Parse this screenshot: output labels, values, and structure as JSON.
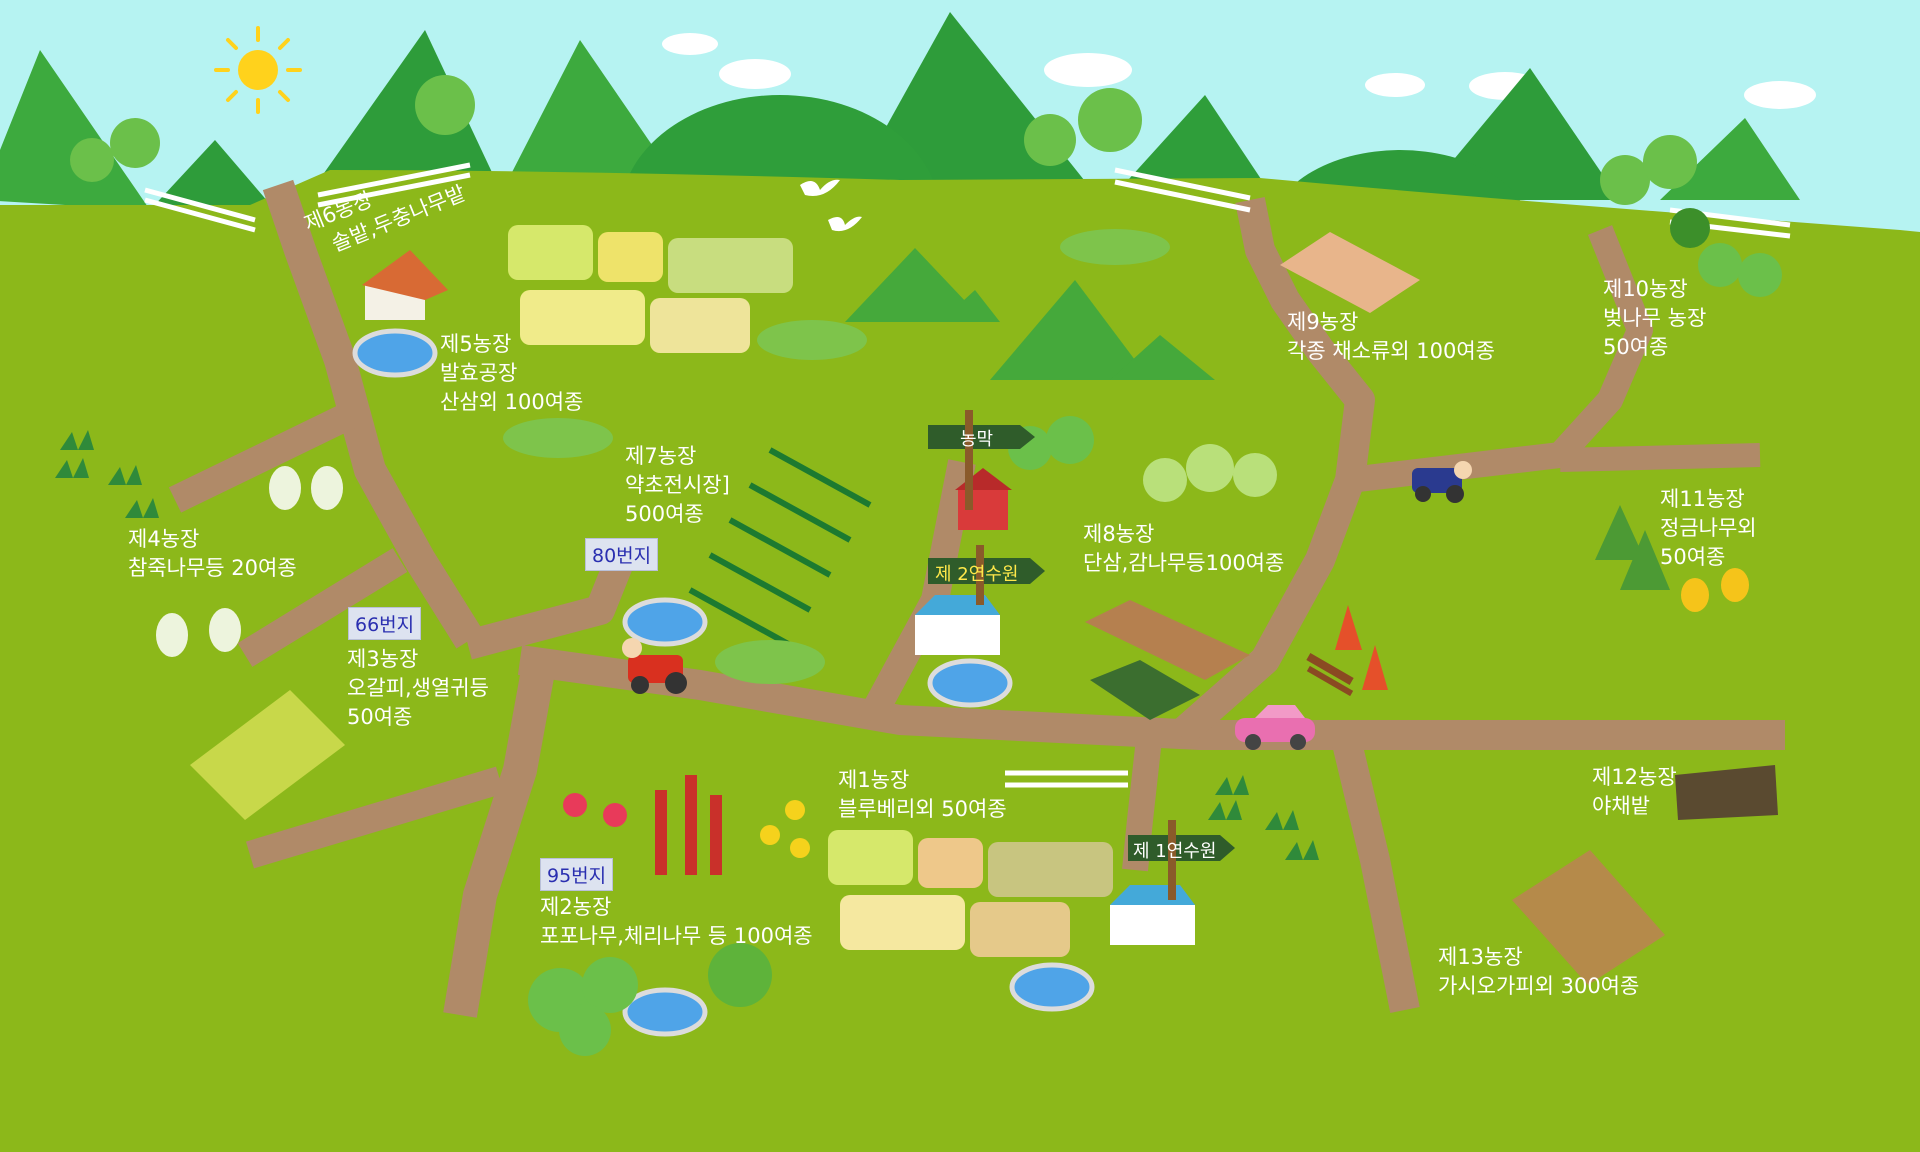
{
  "colors": {
    "sky": "#b6f3f2",
    "grass": "#8cb81a",
    "road": "#b08a68",
    "mountain": "#3daa3e",
    "sign": "#2f5c2a"
  },
  "icons": [
    "sun-icon",
    "cloud-icon",
    "bird-icon",
    "house-icon",
    "barn-icon",
    "tractor-icon",
    "car-icon",
    "pond-icon",
    "tree-icon",
    "fence-icon",
    "bench-icon",
    "chick-icon"
  ],
  "farms": {
    "farm6": {
      "name": "제6농장",
      "desc": "솔밭,두충나무밭"
    },
    "farm5": {
      "name": "제5농장",
      "desc1": "발효공장",
      "desc2": "산삼외 100여종"
    },
    "farm4": {
      "name": "제4농장",
      "desc": "참죽나무등 20여종"
    },
    "farm7": {
      "name": "제7농장",
      "desc1": "약초전시장]",
      "desc2": "500여종"
    },
    "farm3": {
      "name": "제3농장",
      "desc1": "오갈피,생열귀등",
      "desc2": "50여종"
    },
    "farm8": {
      "name": "제8농장",
      "desc": "단삼,감나무등100여종"
    },
    "farm9": {
      "name": "제9농장",
      "desc": "각종 채소류외 100여종"
    },
    "farm10": {
      "name": "제10농장",
      "desc1": "벚나무 농장",
      "desc2": "50여종"
    },
    "farm11": {
      "name": "제11농장",
      "desc1": "정금나무외",
      "desc2": "50여종"
    },
    "farm1": {
      "name": "제1농장",
      "desc": "블루베리외 50여종"
    },
    "farm2": {
      "name": "제2농장",
      "desc": "포포나무,체리나무 등 100여종"
    },
    "farm12": {
      "name": "제12농장",
      "desc": "야채밭"
    },
    "farm13": {
      "name": "제13농장",
      "desc": "가시오가피외 300여종"
    }
  },
  "badges": {
    "b80": "80번지",
    "b66": "66번지",
    "b95": "95번지"
  },
  "signs": {
    "nongmak": "농막",
    "training2": "제 2연수원",
    "training1": "제 1연수원"
  }
}
